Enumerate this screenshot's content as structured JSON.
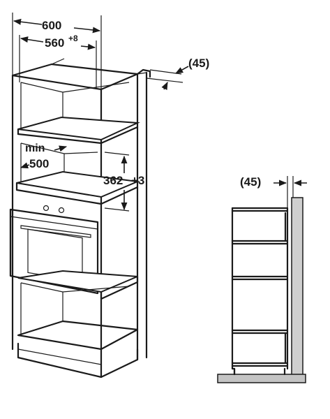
{
  "dimensions": {
    "overall_width": "600",
    "inner_width": "560",
    "inner_width_tolerance": "+8",
    "rear_gap": "(45)",
    "min_label": "min",
    "min_depth": "500",
    "niche_height": "362",
    "niche_height_tolerance": "+3",
    "side_rear_gap": "(45)"
  },
  "colors": {
    "line": "#1a1a1a",
    "wall_fill": "#cfcfcf",
    "floor_fill": "#c4c4c4",
    "background": "#ffffff"
  }
}
